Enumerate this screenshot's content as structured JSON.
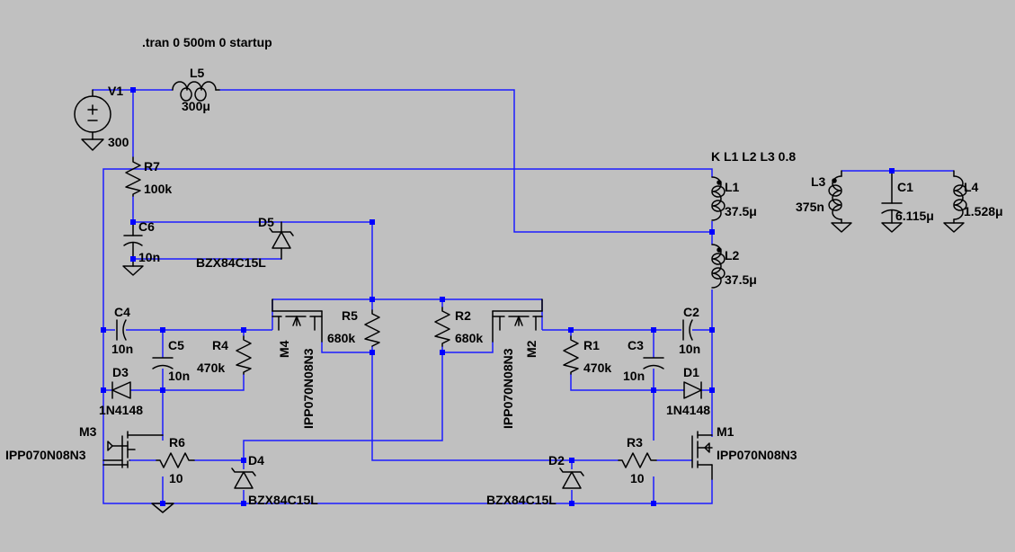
{
  "directive_tran": ".tran 0 500m 0 startup",
  "directive_coupling": "K L1 L2 L3 0.8",
  "components": {
    "V1": {
      "name": "V1",
      "value": "300"
    },
    "L5": {
      "name": "L5",
      "value": "300μ"
    },
    "R7": {
      "name": "R7",
      "value": "100k"
    },
    "C6": {
      "name": "C6",
      "value": "10n"
    },
    "D5": {
      "name": "D5",
      "value": "BZX84C15L"
    },
    "L1": {
      "name": "L1",
      "value": "37.5μ"
    },
    "L2": {
      "name": "L2",
      "value": "37.5μ"
    },
    "L3": {
      "name": "L3",
      "value": "375n"
    },
    "C1": {
      "name": "C1",
      "value": "6.115μ"
    },
    "L4": {
      "name": "L4",
      "value": "1.528μ"
    },
    "C4": {
      "name": "C4",
      "value": "10n"
    },
    "C5": {
      "name": "C5",
      "value": "10n"
    },
    "R4": {
      "name": "R4",
      "value": "470k"
    },
    "M4": {
      "name": "M4",
      "value": "IPP070N08N3"
    },
    "R5": {
      "name": "R5",
      "value": "680k"
    },
    "R2": {
      "name": "R2",
      "value": "680k"
    },
    "M2": {
      "name": "M2",
      "value": "IPP070N08N3"
    },
    "R1": {
      "name": "R1",
      "value": "470k"
    },
    "C3": {
      "name": "C3",
      "value": "10n"
    },
    "C2": {
      "name": "C2",
      "value": "10n"
    },
    "D3": {
      "name": "D3",
      "value": "1N4148"
    },
    "D1": {
      "name": "D1",
      "value": "1N4148"
    },
    "M3": {
      "name": "M3",
      "value": "IPP070N08N3"
    },
    "M1": {
      "name": "M1",
      "value": "IPP070N08N3"
    },
    "R6": {
      "name": "R6",
      "value": "10"
    },
    "R3": {
      "name": "R3",
      "value": "10"
    },
    "D4": {
      "name": "D4",
      "value": "BZX84C15L"
    },
    "D2": {
      "name": "D2",
      "value": "BZX84C15L"
    }
  }
}
